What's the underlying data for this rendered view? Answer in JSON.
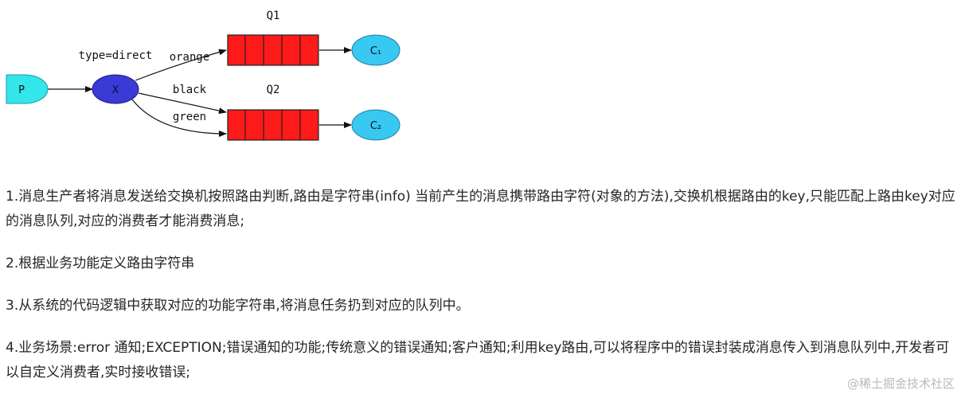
{
  "diagram": {
    "exchange_type_label": "type=direct",
    "producer_label": "P",
    "exchange_label": "X",
    "queues": [
      {
        "name": "Q1",
        "bindings": [
          "orange"
        ]
      },
      {
        "name": "Q2",
        "bindings": [
          "black",
          "green"
        ]
      }
    ],
    "consumers": [
      "C₁",
      "C₂"
    ],
    "colors": {
      "producer": "#33e6ea",
      "exchange": "#3a3ad6",
      "queue": "#ff1a1a",
      "consumer": "#38c9f2"
    }
  },
  "paragraphs": [
    "1.消息生产者将消息发送给交换机按照路由判断,路由是字符串(info) 当前产生的消息携带路由字符(对象的方法),交换机根据路由的key,只能匹配上路由key对应的消息队列,对应的消费者才能消费消息;",
    "2.根据业务功能定义路由字符串",
    "3.从系统的代码逻辑中获取对应的功能字符串,将消息任务扔到对应的队列中。",
    "4.业务场景:error 通知;EXCEPTION;错误通知的功能;传统意义的错误通知;客户通知;利用key路由,可以将程序中的错误封装成消息传入到消息队列中,开发者可以自定义消费者,实时接收错误;"
  ],
  "watermark": "@稀土掘金技术社区"
}
